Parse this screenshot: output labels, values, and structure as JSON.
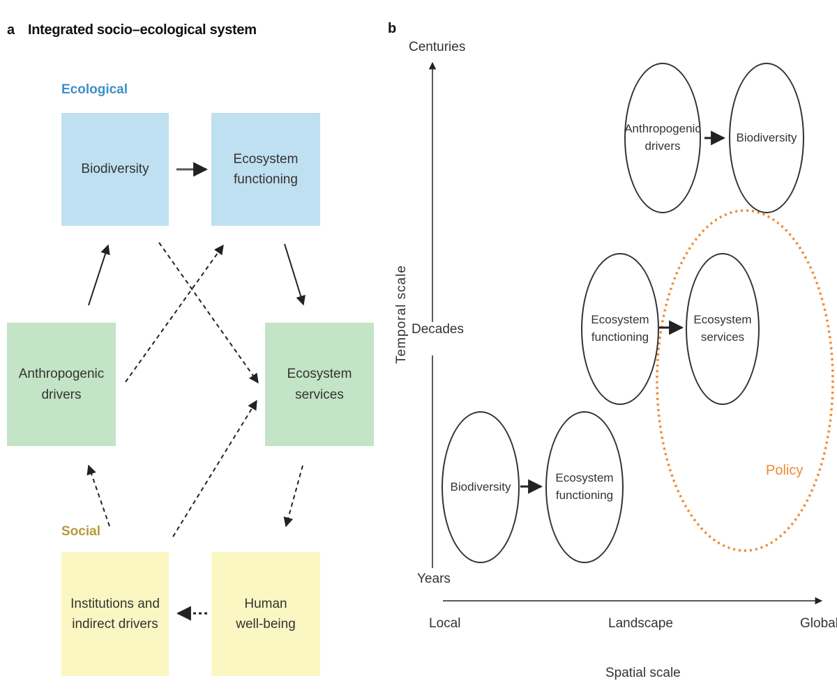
{
  "panel_a": {
    "letter": "a",
    "title": "Integrated socio–ecological system",
    "ecological_label": "Ecological",
    "social_label": "Social",
    "boxes": {
      "biodiversity": "Biodiversity",
      "ecosystem_functioning": "Ecosystem\nfunctioning",
      "anthropogenic_drivers": "Anthropogenic\ndrivers",
      "ecosystem_services": "Ecosystem\nservices",
      "institutions": "Institutions and\nindirect drivers",
      "human_wellbeing": "Human\nwell-being"
    },
    "colors": {
      "ecological": "#3d8fc7",
      "social": "#b89a3a",
      "blue_box": "#bfe0f0",
      "green_box": "#c3e4c6",
      "yellow_box": "#fbf7c2"
    }
  },
  "panel_b": {
    "letter": "b",
    "y_axis_label": "Temporal scale",
    "x_axis_label": "Spatial scale",
    "y_ticks": {
      "top": "Centuries",
      "mid": "Decades",
      "bottom": "Years"
    },
    "x_ticks": {
      "left": "Local",
      "mid": "Landscape",
      "right": "Global"
    },
    "circles": {
      "top_left": "Anthropogenic\ndrivers",
      "top_right": "Biodiversity",
      "mid_left": "Ecosystem\nfunctioning",
      "mid_right": "Ecosystem\nservices",
      "bottom_left": "Biodiversity",
      "bottom_right": "Ecosystem\nfunctioning"
    },
    "policy_label": "Policy",
    "policy_color": "#f08a30"
  }
}
